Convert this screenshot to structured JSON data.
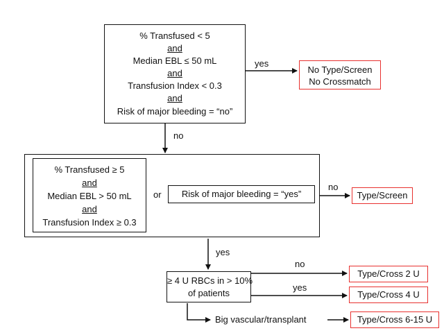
{
  "top_box": {
    "line1": "% Transfused < 5",
    "and1": "and",
    "line2": "Median EBL ≤ 50 mL",
    "and2": "and",
    "line3": "Transfusion Index < 0.3",
    "and3": "and",
    "line4": "Risk of major bleeding = “no”"
  },
  "labels": {
    "yes1": "yes",
    "no1": "no",
    "or": "or",
    "no2": "no",
    "yes2": "yes",
    "no3": "no",
    "yes3": "yes"
  },
  "result_no_type": {
    "line1": "No Type/Screen",
    "line2": "No Crossmatch"
  },
  "mid_left": {
    "line1": "% Transfused ≥ 5",
    "and1": "and",
    "line2": "Median EBL > 50 mL",
    "and2": "and",
    "line3": "Transfusion Index ≥ 0.3"
  },
  "mid_right": {
    "text": "Risk of major bleeding = “yes”"
  },
  "result_type_screen": {
    "text": "Type/Screen"
  },
  "bottom_box": {
    "line1": "≥ 4 U RBCs in > 10%",
    "line2": "of patients"
  },
  "big_vascular": {
    "text": "Big vascular/transplant"
  },
  "results_cross": {
    "cross2": "Type/Cross 2 U",
    "cross4": "Type/Cross 4 U",
    "cross615": "Type/Cross 6-15 U"
  },
  "colors": {
    "result_border": "#e8302e",
    "line": "#111111"
  }
}
